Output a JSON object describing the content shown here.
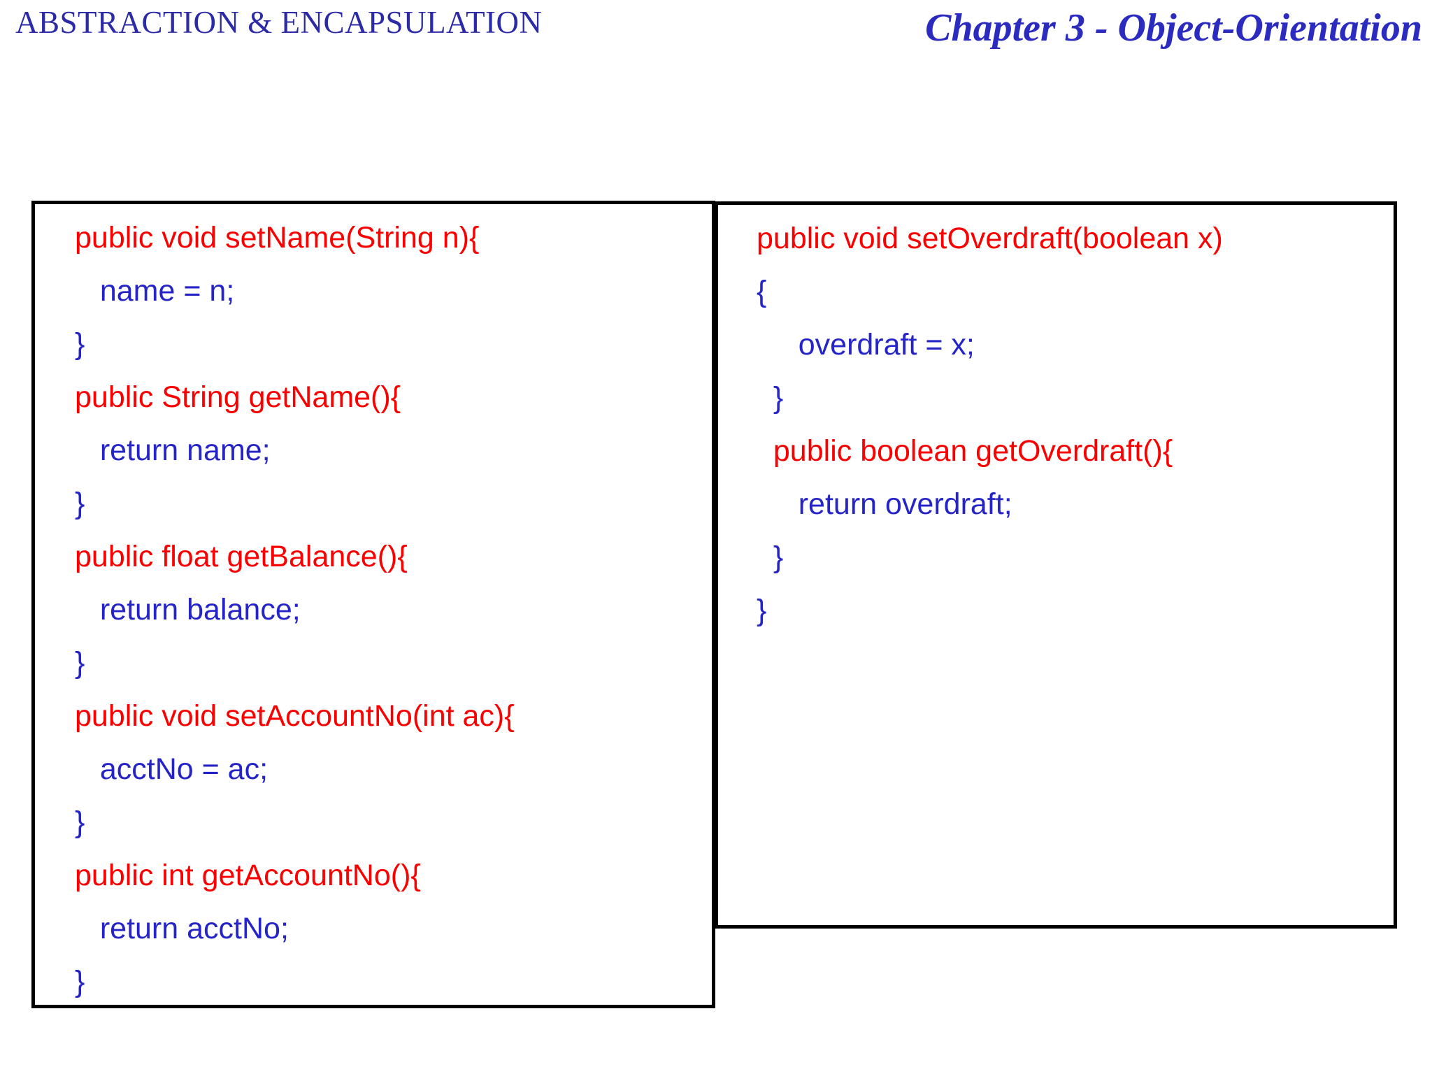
{
  "header": {
    "topic": "ABSTRACTION & ENCAPSULATION",
    "chapter_title": "Chapter 3 - Object-Orientation",
    "topic_color": "#2b2ba8",
    "chapter_color": "#2b2bc0"
  },
  "colors": {
    "signature_red": "#fa0000",
    "body_blue": "#2424c8",
    "box_border": "#000000",
    "background": "#ffffff"
  },
  "code_box_left": {
    "lines": [
      {
        "text": "public void setName(String n){",
        "kind": "sig"
      },
      {
        "text": "   name = n;",
        "kind": "body"
      },
      {
        "text": "}",
        "kind": "body"
      },
      {
        "text": "public String getName(){",
        "kind": "sig"
      },
      {
        "text": "   return name;",
        "kind": "body"
      },
      {
        "text": "}",
        "kind": "body"
      },
      {
        "text": "public float getBalance(){",
        "kind": "sig"
      },
      {
        "text": "   return balance;",
        "kind": "body"
      },
      {
        "text": "}",
        "kind": "body"
      },
      {
        "text": "public void setAccountNo(int ac){",
        "kind": "sig"
      },
      {
        "text": "   acctNo = ac;",
        "kind": "body"
      },
      {
        "text": "}",
        "kind": "body"
      },
      {
        "text": "public int getAccountNo(){",
        "kind": "sig"
      },
      {
        "text": "   return acctNo;",
        "kind": "body"
      },
      {
        "text": "}",
        "kind": "body"
      }
    ]
  },
  "code_box_right": {
    "lines": [
      {
        "text": "public void setOverdraft(boolean x)",
        "kind": "sig"
      },
      {
        "text": "{",
        "kind": "body"
      },
      {
        "text": "     overdraft = x;",
        "kind": "body"
      },
      {
        "text": "  }",
        "kind": "body"
      },
      {
        "text": "  public boolean getOverdraft(){",
        "kind": "sig"
      },
      {
        "text": "     return overdraft;",
        "kind": "body"
      },
      {
        "text": "  }",
        "kind": "body"
      },
      {
        "text": "}",
        "kind": "body"
      }
    ]
  }
}
